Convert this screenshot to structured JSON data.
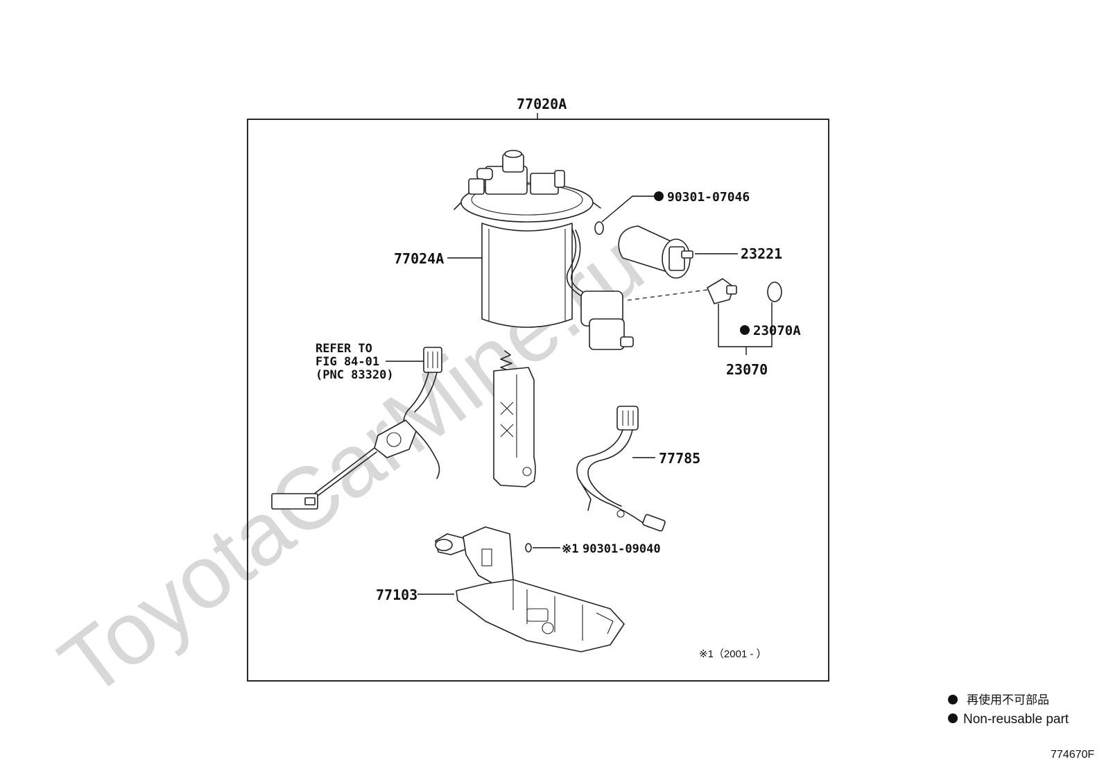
{
  "watermark": "ToyotaCarMine.ru",
  "parts": {
    "assembly": "77020A",
    "sub_assembly": "77024A",
    "o_ring": "90301-07046",
    "fuel_pump": "23221",
    "filter_set": "23070A",
    "filter_group": "23070",
    "wire": "77785",
    "o_ring_2": "90301-09040",
    "o_ring_2_prefix": "※1",
    "bracket": "77103"
  },
  "refer": {
    "line1": "REFER TO",
    "line2": "FIG 84-01",
    "line3": "(PNC 83320)"
  },
  "footnote": "※1（2001 -          ）",
  "legend": {
    "jp": "再使用不可部品",
    "en": "Non-reusable part"
  },
  "figure_id": "774670F",
  "colors": {
    "line": "#222222",
    "watermark": "#d8d8d8"
  }
}
